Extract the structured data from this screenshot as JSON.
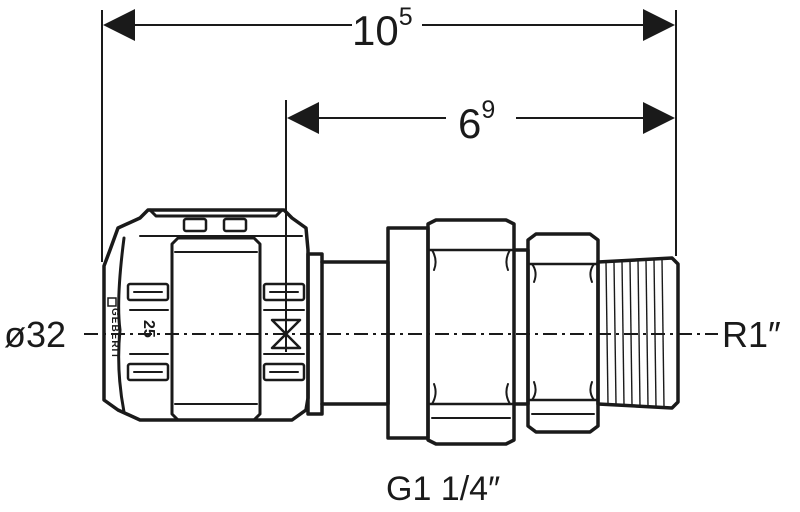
{
  "dimensions": {
    "overall": {
      "base": "10",
      "sup": "5"
    },
    "partial": {
      "base": "6",
      "sup": "9"
    }
  },
  "labels": {
    "left_diameter": "ø32",
    "right_thread": "R1″",
    "union_thread": "G1 1/4″"
  },
  "fitting_markings": {
    "brand": "GEBERIT",
    "size": "25"
  },
  "colors": {
    "line": "#1a1a1a",
    "background": "#ffffff"
  }
}
